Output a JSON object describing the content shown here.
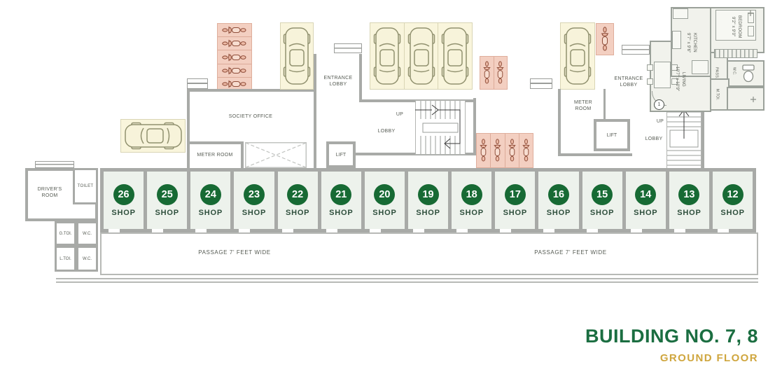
{
  "colors": {
    "title_green": "#1b6e41",
    "title_gold": "#cfa63e",
    "shop_badge_green": "#176a34",
    "shop_fill": "#edf2ec",
    "wall_grey": "#a8aaa7",
    "car_bay_yellow": "#f9f5dc",
    "scooter_bay_pink": "#f3cfc1"
  },
  "title": {
    "building": "BUILDING NO. 7, 8",
    "floor": "GROUND FLOOR"
  },
  "shops": {
    "label": "SHOP",
    "numbers": [
      "26",
      "25",
      "24",
      "23",
      "22",
      "21",
      "20",
      "19",
      "18",
      "17",
      "16",
      "15",
      "14",
      "13",
      "12"
    ]
  },
  "passage": {
    "label": "PASSAGE 7' FEET WIDE"
  },
  "left_block": {
    "drivers_room": "DRIVER'S\nROOM",
    "toilet": "TOILET",
    "g_toi": "G.TOI.",
    "wc": "W.C.",
    "l_toi": "L.TOI.",
    "wc2": "W.C."
  },
  "top": {
    "society_office": "SOCIETY OFFICE",
    "meter_room": "METER ROOM",
    "entrance_lobby": "ENTRANCE\nLOBBY",
    "lift": "LIFT",
    "lobby": "LOBBY",
    "up": "UP"
  },
  "right_wing": {
    "meter_room": "METER\nROOM",
    "entrance_lobby": "ENTRANCE\nLOBBY",
    "lift": "LIFT",
    "lobby": "LOBBY",
    "up": "UP"
  },
  "flat": {
    "kitchen": "KITCHEN\n9'7\" x 9'6\"",
    "bedroom": "BEDROOM\n9'2\" x 9'0\"",
    "living": "LIVING\n10'7\" x 10'9\"",
    "passage": "PASS.",
    "wc": "W.C.",
    "m_toi": "M.TOI.",
    "unit": "1"
  }
}
